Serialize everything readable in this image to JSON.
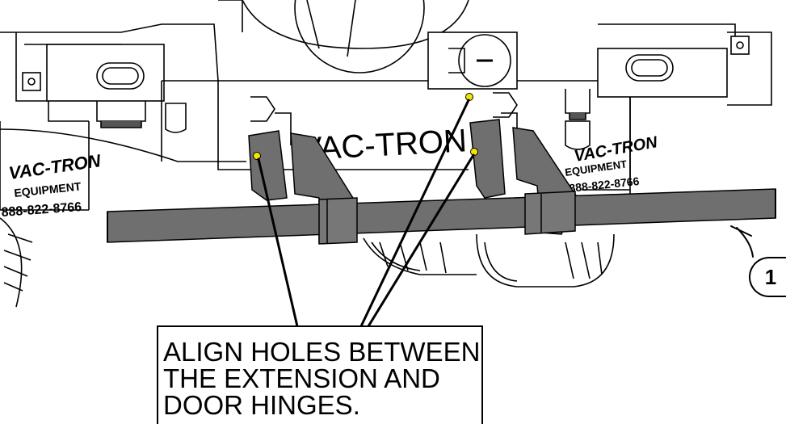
{
  "diagram": {
    "callout_lines": [
      "ALIGN HOLES BETWEEN",
      "THE EXTENSION AND",
      "DOOR HINGES."
    ],
    "balloon_number": "1",
    "body_brand_text": "VAC-TRON",
    "decal_left": {
      "line1": "VAC-TRON",
      "line2": "EQUIPMENT",
      "line3": "888-822-8766"
    },
    "decal_right": {
      "line1": "VAC-TRON",
      "line2": "EQUIPMENT",
      "line3": "888-822-8766"
    },
    "colors": {
      "part_fill": "#6f6f6f",
      "hole_marker": "#f5e600",
      "line": "#000000"
    }
  }
}
